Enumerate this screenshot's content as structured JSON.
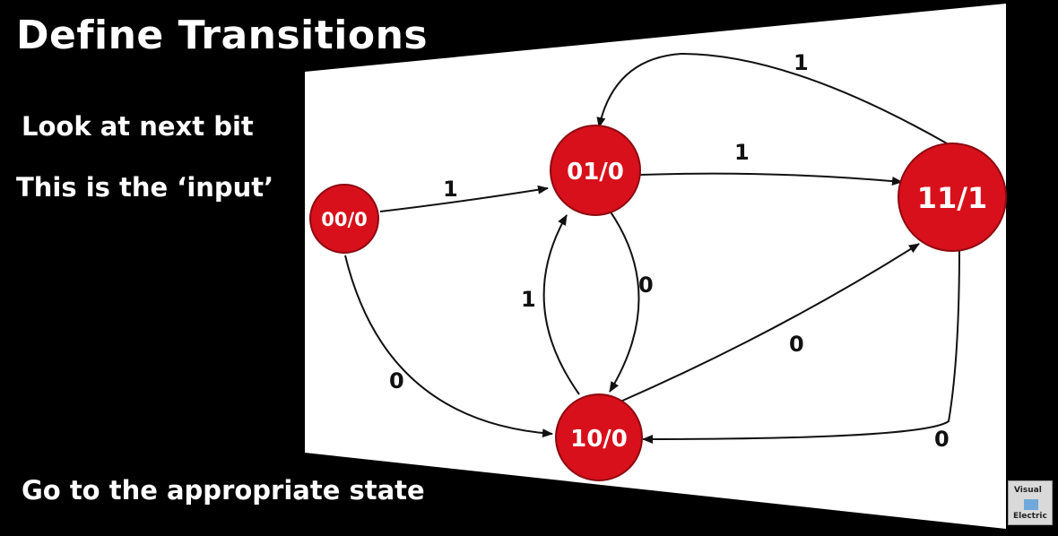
{
  "slide": {
    "title": "Define Transitions",
    "line1": "Look at next bit",
    "line2": "This is the ‘input’",
    "line3": "Go to the appropriate state"
  },
  "diagram": {
    "states": [
      "00/0",
      "01/0",
      "10/0",
      "11/1"
    ],
    "transitions": [
      {
        "from": "00/0",
        "to": "01/0",
        "label": "1"
      },
      {
        "from": "00/0",
        "to": "10/0",
        "label": "0"
      },
      {
        "from": "01/0",
        "to": "11/1",
        "label": "1"
      },
      {
        "from": "01/0",
        "to": "10/0",
        "label": "0"
      },
      {
        "from": "10/0",
        "to": "01/0",
        "label": "1"
      },
      {
        "from": "10/0",
        "to": "11/1",
        "label": "0"
      },
      {
        "from": "11/1",
        "to": "01/0",
        "label": "1"
      },
      {
        "from": "11/1",
        "to": "10/0",
        "label": "0"
      }
    ],
    "state_fill": "#d8101b",
    "state_stroke": "#8c0a10",
    "panel_fill": "#ffffff"
  },
  "logo": {
    "line1": "Visual",
    "line2": "Electric"
  }
}
